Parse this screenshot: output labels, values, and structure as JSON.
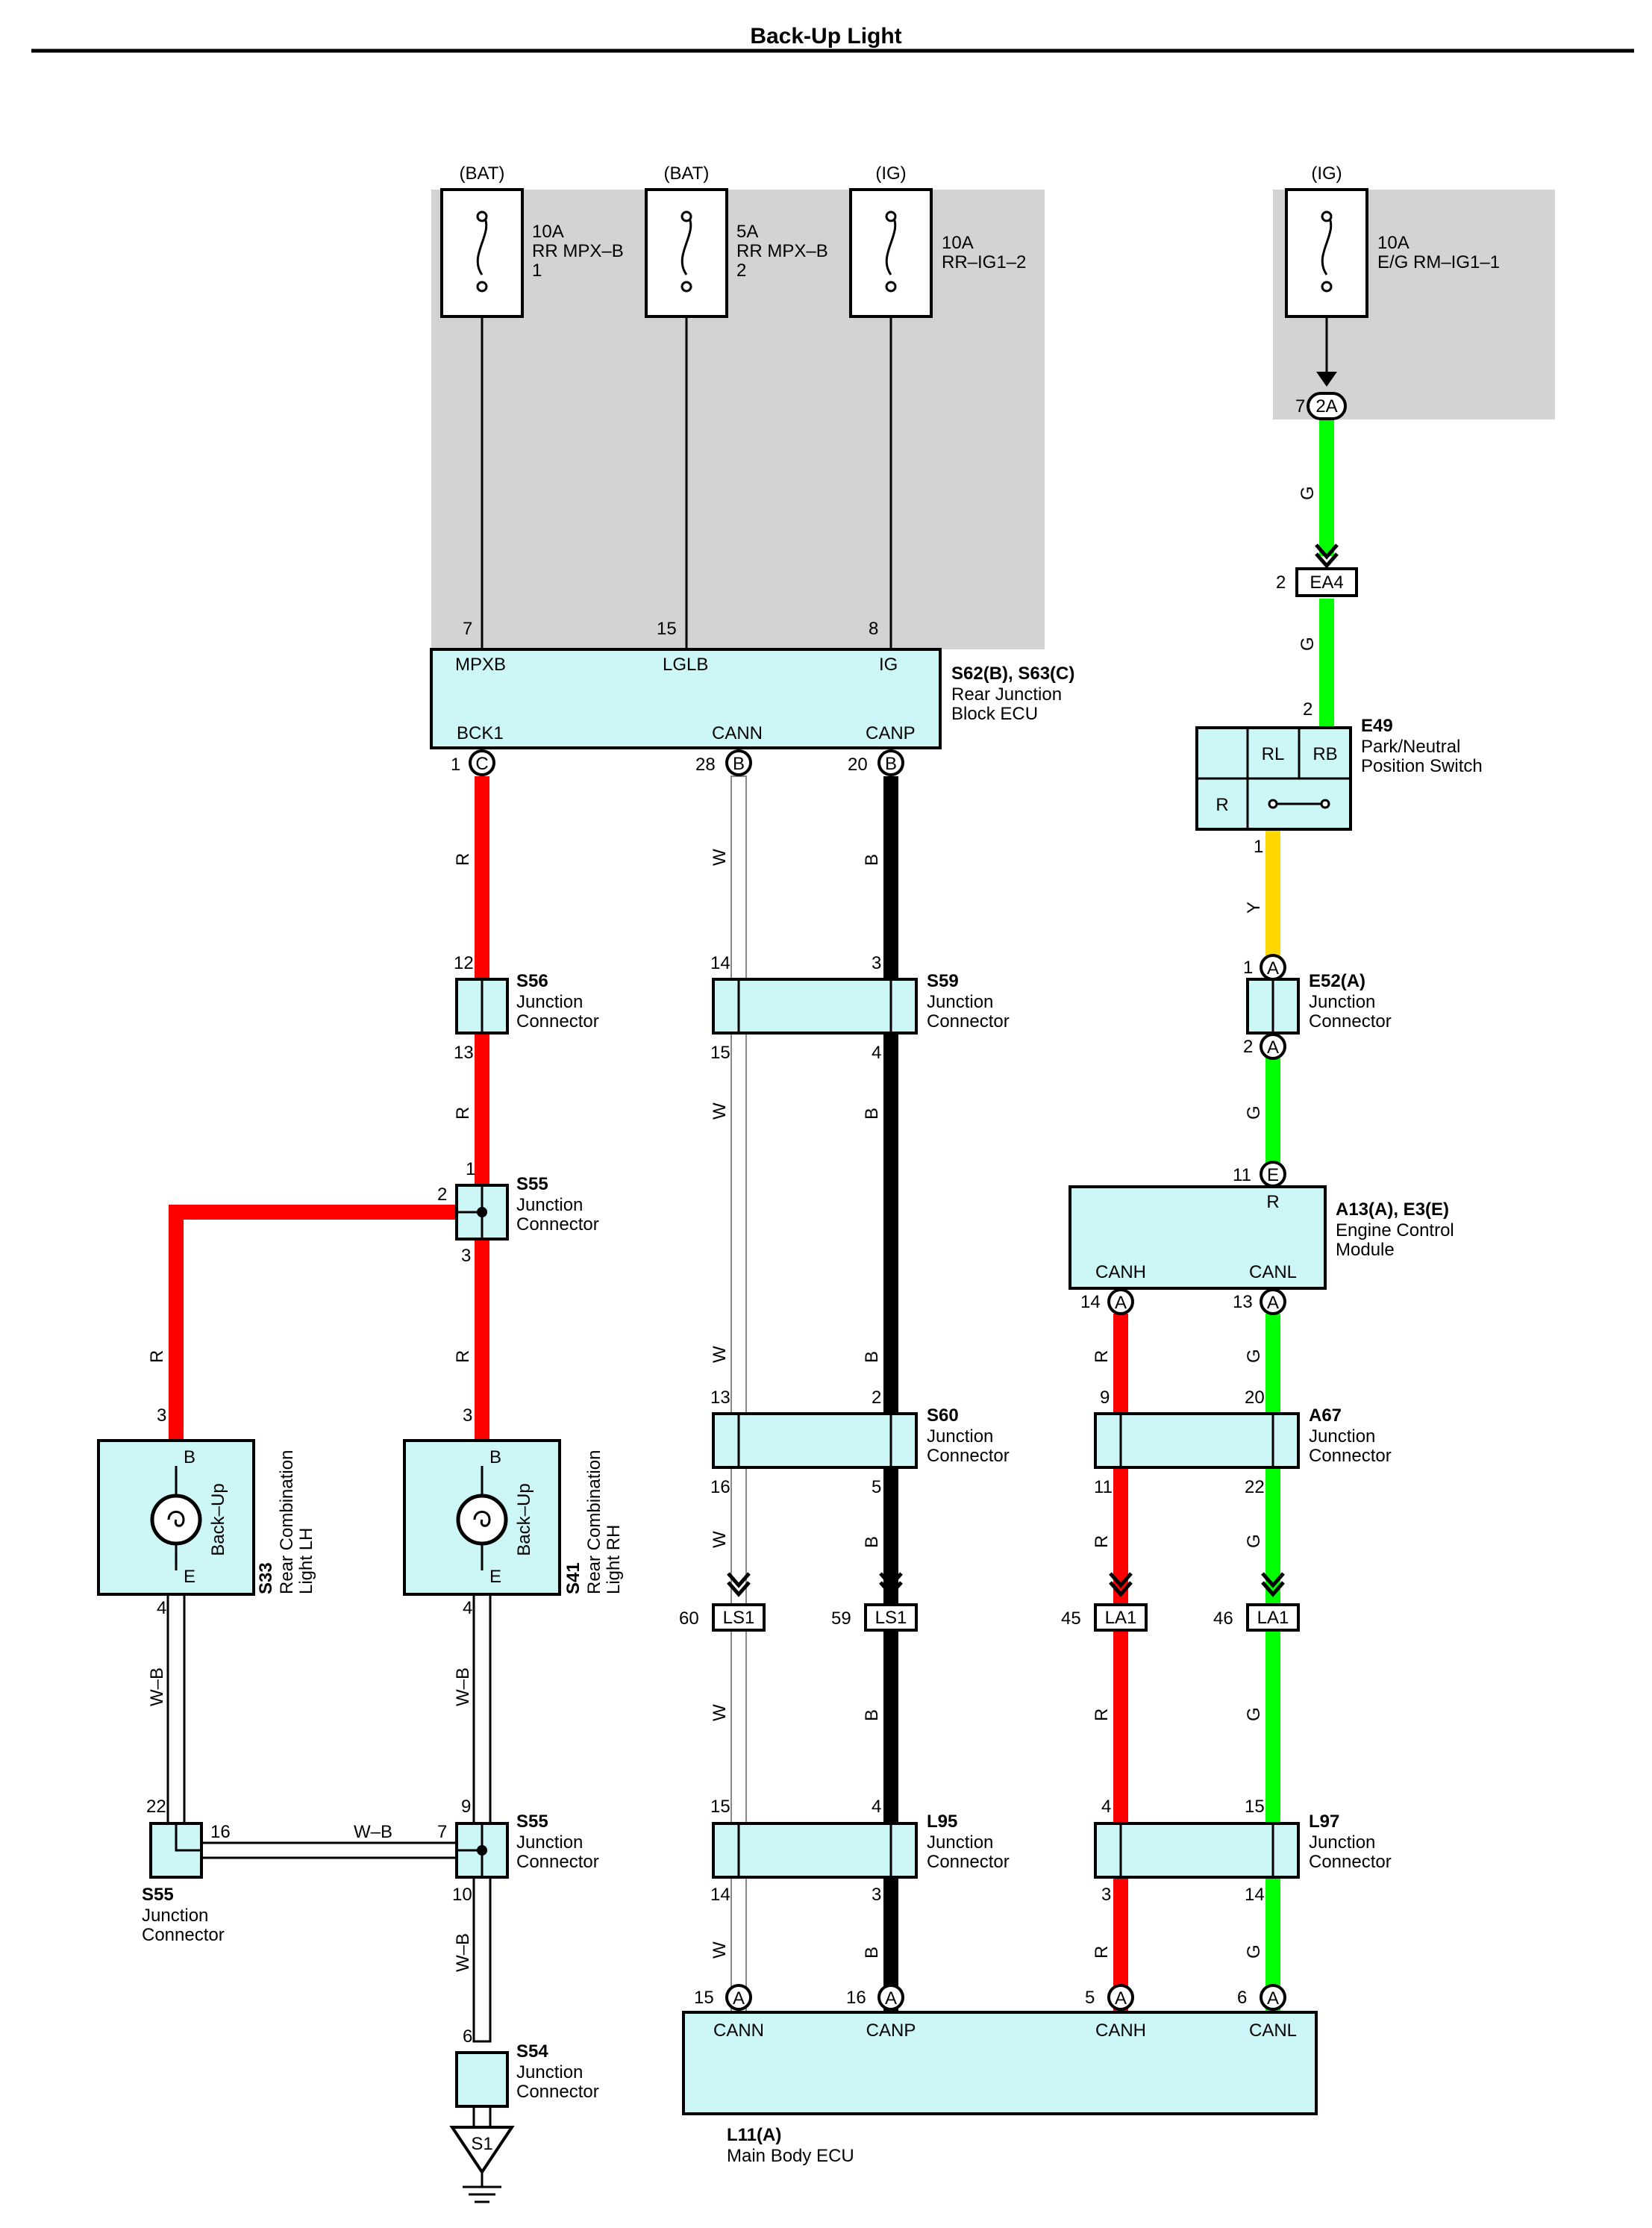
{
  "title": "Back-Up Light",
  "colors": {
    "R": "#ff0000",
    "W": "#ffffff",
    "B": "#000000",
    "G": "#00ff00",
    "Y": "#ffd700",
    "W-B": "#ffffff",
    "component_fill": "#cdf7f7",
    "shaded_area": "#d3d3d3"
  },
  "fuses": [
    {
      "supply": "(BAT)",
      "l1": "10A",
      "l2": "RR MPX–B",
      "l3": "1"
    },
    {
      "supply": "(BAT)",
      "l1": "5A",
      "l2": "RR MPX–B",
      "l3": "2"
    },
    {
      "supply": "(IG)",
      "l1": "10A",
      "l2": "RR–IG1–2",
      "l3": ""
    },
    {
      "supply": "(IG)",
      "l1": "10A",
      "l2": "E/G RM–IG1–1",
      "l3": ""
    }
  ],
  "components": {
    "rjb": {
      "id": "S62(B), S63(C)",
      "l1": "Rear Junction",
      "l2": "Block ECU",
      "pins_top": [
        "MPXB",
        "LGLB",
        "IG"
      ],
      "pins_top_no": [
        "7",
        "15",
        "8"
      ],
      "pins_bottom": [
        "BCK1",
        "CANN",
        "CANP"
      ],
      "pins_bottom_no": [
        "1",
        "28",
        "20"
      ],
      "pins_bottom_conn": [
        "C",
        "B",
        "B"
      ]
    },
    "e49": {
      "id": "E49",
      "l1": "Park/Neutral",
      "l2": "Position Switch",
      "cells": [
        "RL",
        "RB",
        "R"
      ],
      "pin_in": "2",
      "pin_out": "1"
    },
    "s56": {
      "id": "S56",
      "l1": "Junction",
      "l2": "Connector",
      "pin_a": "12",
      "pin_b": "13"
    },
    "s59": {
      "id": "S59",
      "l1": "Junction",
      "l2": "Connector",
      "pins": [
        "14",
        "3",
        "15",
        "4"
      ]
    },
    "e52": {
      "id": "E52(A)",
      "l1": "Junction",
      "l2": "Connector",
      "pin_a": "1",
      "pin_b": "2",
      "conn": "A"
    },
    "s55a": {
      "id": "S55",
      "l1": "Junction",
      "l2": "Connector",
      "pins": [
        "1",
        "2",
        "3"
      ]
    },
    "ecm": {
      "id": "A13(A), E3(E)",
      "l1": "Engine Control",
      "l2": "Module",
      "pin_top": "R",
      "pin_top_no": "11",
      "pin_top_conn": "E",
      "pins_bottom": [
        "CANH",
        "CANL"
      ],
      "pins_bottom_no": [
        "14",
        "13"
      ],
      "pins_bottom_conn": [
        "A",
        "A"
      ]
    },
    "s33": {
      "id": "S33",
      "l1": "Rear Combination",
      "l2": "Light LH",
      "lamp": "Back–Up",
      "pin_top": "B",
      "pin_bottom": "E",
      "pin_top_no": "3",
      "pin_bottom_no": "4"
    },
    "s41": {
      "id": "S41",
      "l1": "Rear Combination",
      "l2": "Light RH",
      "lamp": "Back–Up",
      "pin_top": "B",
      "pin_bottom": "E",
      "pin_top_no": "3",
      "pin_bottom_no": "4"
    },
    "s60": {
      "id": "S60",
      "l1": "Junction",
      "l2": "Connector",
      "pins": [
        "13",
        "2",
        "16",
        "5"
      ]
    },
    "a67": {
      "id": "A67",
      "l1": "Junction",
      "l2": "Connector",
      "pins": [
        "9",
        "20",
        "11",
        "22"
      ]
    },
    "s55b": {
      "id": "S55",
      "l1": "Junction",
      "l2": "Connector",
      "pins": [
        "22",
        "16"
      ]
    },
    "s55c": {
      "id": "S55",
      "l1": "Junction",
      "l2": "Connector",
      "pins": [
        "9",
        "7",
        "10"
      ]
    },
    "l95": {
      "id": "L95",
      "l1": "Junction",
      "l2": "Connector",
      "pins": [
        "15",
        "4",
        "14",
        "3"
      ]
    },
    "l97": {
      "id": "L97",
      "l1": "Junction",
      "l2": "Connector",
      "pins": [
        "4",
        "15",
        "3",
        "14"
      ]
    },
    "s54": {
      "id": "S54",
      "l1": "Junction",
      "l2": "Connector",
      "pin": "6"
    },
    "ground": {
      "label": "S1"
    },
    "mbecu": {
      "id": "L11(A)",
      "l1": "Main Body ECU",
      "pins": [
        "CANN",
        "CANP",
        "CANH",
        "CANL"
      ],
      "pins_no": [
        "15",
        "16",
        "5",
        "6"
      ],
      "conn": [
        "A",
        "A",
        "A",
        "A"
      ]
    }
  },
  "connectors": {
    "c2a": {
      "label": "2A",
      "pin": "7"
    },
    "ea4": {
      "label": "EA4",
      "pin": "2"
    },
    "ls1a": {
      "label": "LS1",
      "pin": "60"
    },
    "ls1b": {
      "label": "LS1",
      "pin": "59"
    },
    "la1a": {
      "label": "LA1",
      "pin": "45"
    },
    "la1b": {
      "label": "LA1",
      "pin": "46"
    }
  },
  "wires": {
    "R": "R",
    "W": "W",
    "B": "B",
    "G": "G",
    "Y": "Y",
    "WB": "W–B"
  }
}
